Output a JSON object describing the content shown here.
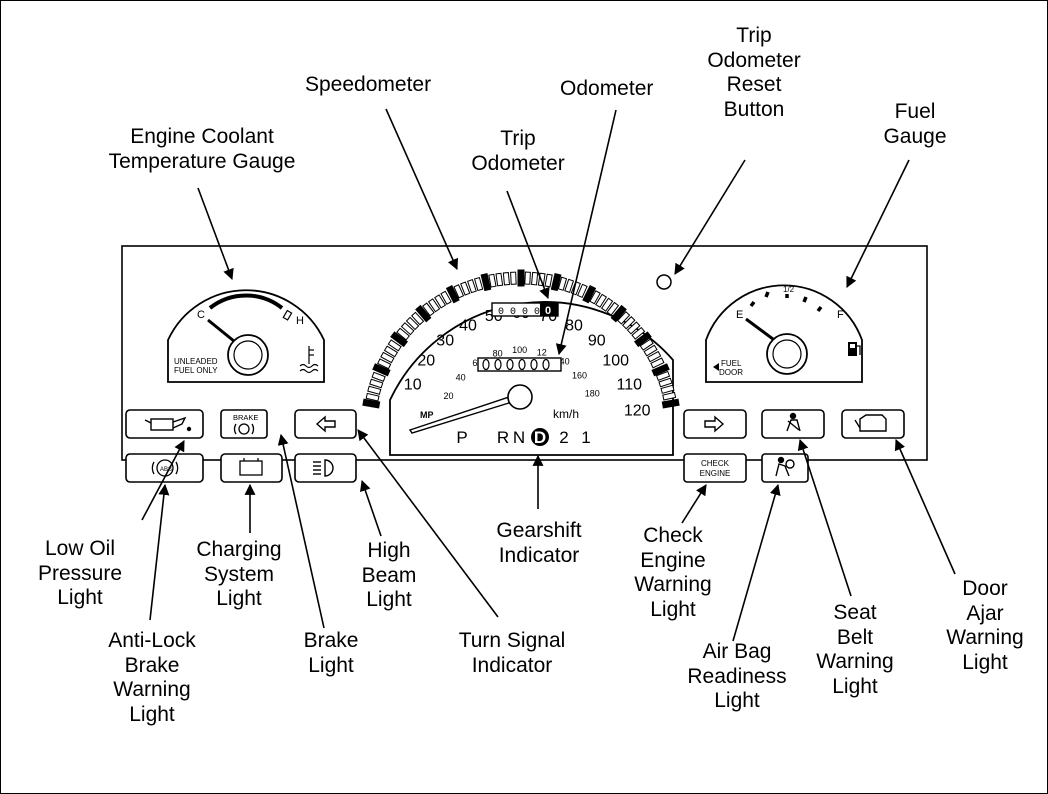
{
  "labels": {
    "speedometer": [
      "Speedometer"
    ],
    "odometer": [
      "Odometer"
    ],
    "trip_reset": [
      "Trip",
      "Odometer",
      "Reset",
      "Button"
    ],
    "coolant": [
      "Engine Coolant",
      "Temperature Gauge"
    ],
    "trip_odometer": [
      "Trip",
      "Odometer"
    ],
    "fuel_gauge": [
      "Fuel",
      "Gauge"
    ],
    "gearshift": [
      "Gearshift",
      "Indicator"
    ],
    "check_engine": [
      "Check",
      "Engine",
      "Warning",
      "Light"
    ],
    "low_oil": [
      "Low Oil",
      "Pressure",
      "Light"
    ],
    "charging": [
      "Charging",
      "System",
      "Light"
    ],
    "high_beam": [
      "High",
      "Beam",
      "Light"
    ],
    "door_ajar": [
      "Door",
      "Ajar",
      "Warning",
      "Light"
    ],
    "seat_belt": [
      "Seat",
      "Belt",
      "Warning",
      "Light"
    ],
    "abs": [
      "Anti-Lock",
      "Brake",
      "Warning",
      "Light"
    ],
    "brake": [
      "Brake",
      "Light"
    ],
    "turn_signal": [
      "Turn Signal",
      "Indicator"
    ],
    "air_bag": [
      "Air Bag",
      "Readiness",
      "Light"
    ]
  },
  "cluster": {
    "coolant_c": "C",
    "coolant_h": "H",
    "unleaded_1": "UNLEADED",
    "unleaded_2": "FUEL ONLY",
    "fuel_e": "E",
    "fuel_f": "F",
    "fuel_half": "1/2",
    "fuel_door_1": "FUEL",
    "fuel_door_2": "DOOR",
    "brake_lamp_text": "BRAKE",
    "abs_lamp_text": "ABS",
    "check_engine_1": "CHECK",
    "check_engine_2": "ENGINE",
    "kmh": "km/h",
    "trip_digits": "0 0 0 0",
    "trip_last_digit": "0",
    "gear_positions": [
      "P",
      "R",
      "N",
      "D",
      "2",
      "1"
    ],
    "speed_mph_ticks": [
      "10",
      "20",
      "30",
      "40",
      "50",
      "60",
      "70",
      "80",
      "90",
      "100",
      "110",
      "120"
    ],
    "speed_kmh_ticks": [
      "20",
      "40",
      "60",
      "80",
      "100",
      "12",
      "140",
      "160",
      "180"
    ]
  }
}
